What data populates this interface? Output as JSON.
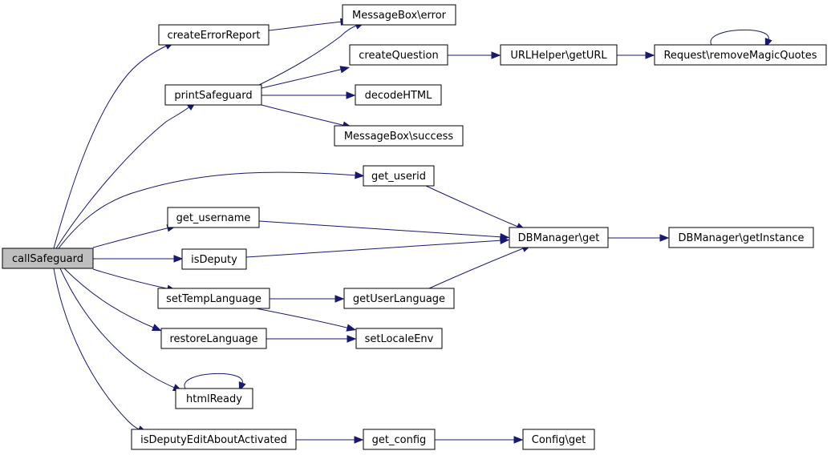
{
  "graph": {
    "colors": {
      "edge": "#191970",
      "node_fill": "#ffffff",
      "root_fill": "#bfbfbf",
      "node_border": "#000000"
    },
    "nodes": {
      "callSafeguard": "callSafeguard",
      "createErrorReport": "createErrorReport",
      "printSafeguard": "printSafeguard",
      "get_username": "get_username",
      "isDeputy": "isDeputy",
      "setTempLanguage": "setTempLanguage",
      "restoreLanguage": "restoreLanguage",
      "htmlReady": "htmlReady",
      "isDeputyEditAboutActivated": "isDeputyEditAboutActivated",
      "messageBoxError": "MessageBox\\error",
      "createQuestion": "createQuestion",
      "decodeHTML": "decodeHTML",
      "messageBoxSuccess": "MessageBox\\success",
      "get_userid": "get_userid",
      "getUserLanguage": "getUserLanguage",
      "setLocaleEnv": "setLocaleEnv",
      "get_config": "get_config",
      "urlHelperGetURL": "URLHelper\\getURL",
      "dbManagerGet": "DBManager\\get",
      "configGet": "Config\\get",
      "requestRemoveMagicQuotes": "Request\\removeMagicQuotes",
      "dbManagerGetInstance": "DBManager\\getInstance"
    },
    "edges": [
      [
        "callSafeguard",
        "createErrorReport"
      ],
      [
        "callSafeguard",
        "printSafeguard"
      ],
      [
        "callSafeguard",
        "get_userid"
      ],
      [
        "callSafeguard",
        "get_username"
      ],
      [
        "callSafeguard",
        "isDeputy"
      ],
      [
        "callSafeguard",
        "setTempLanguage"
      ],
      [
        "callSafeguard",
        "restoreLanguage"
      ],
      [
        "callSafeguard",
        "htmlReady"
      ],
      [
        "callSafeguard",
        "isDeputyEditAboutActivated"
      ],
      [
        "createErrorReport",
        "messageBoxError"
      ],
      [
        "printSafeguard",
        "messageBoxError"
      ],
      [
        "printSafeguard",
        "createQuestion"
      ],
      [
        "printSafeguard",
        "decodeHTML"
      ],
      [
        "printSafeguard",
        "messageBoxSuccess"
      ],
      [
        "createQuestion",
        "urlHelperGetURL"
      ],
      [
        "urlHelperGetURL",
        "requestRemoveMagicQuotes"
      ],
      [
        "requestRemoveMagicQuotes",
        "requestRemoveMagicQuotes"
      ],
      [
        "get_userid",
        "dbManagerGet"
      ],
      [
        "get_username",
        "dbManagerGet"
      ],
      [
        "isDeputy",
        "dbManagerGet"
      ],
      [
        "getUserLanguage",
        "dbManagerGet"
      ],
      [
        "dbManagerGet",
        "dbManagerGetInstance"
      ],
      [
        "setTempLanguage",
        "getUserLanguage"
      ],
      [
        "setTempLanguage",
        "setLocaleEnv"
      ],
      [
        "restoreLanguage",
        "setLocaleEnv"
      ],
      [
        "htmlReady",
        "htmlReady"
      ],
      [
        "isDeputyEditAboutActivated",
        "get_config"
      ],
      [
        "get_config",
        "configGet"
      ]
    ]
  }
}
